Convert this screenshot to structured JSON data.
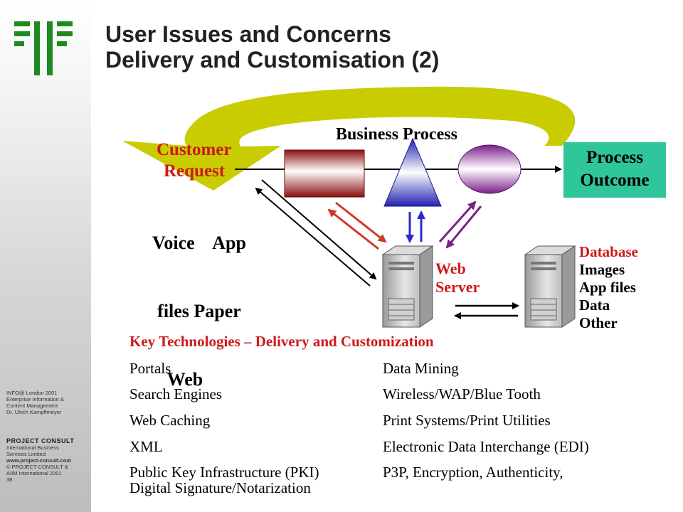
{
  "title": {
    "line1": "User Issues and Concerns",
    "line2": "Delivery and Customisation (2)"
  },
  "sidebar": {
    "lines": [
      "INFO@ London  2001",
      "Enterprise Information &",
      "Content Management",
      "Dr. Ulrich Kampffmeyer"
    ],
    "company": "PROJECT  CONSULT",
    "company_lines": [
      "International Business",
      "Services Limited"
    ],
    "website": "www.project-consult.com",
    "copyright_lines": [
      "© PROJECT CONSULT &",
      "AIIM International  2001"
    ],
    "page_number": "38"
  },
  "diagram": {
    "business_process": "Business Process",
    "customer_request": [
      "Customer",
      "Request"
    ],
    "channels": [
      "Voice    App",
      "files Paper",
      "Web"
    ],
    "process_outcome": [
      "Process",
      "Outcome"
    ],
    "web_server": [
      "Web",
      "Server"
    ],
    "database_title": "Database",
    "database_items": [
      "Images",
      "App files",
      "Data",
      "Other"
    ],
    "colors": {
      "arc": "#c8cc00",
      "outcome_box": "#2ec69a",
      "red_label": "#cc1a1a",
      "red_arrow": "#d03a2a",
      "blue_arrow": "#2a2ad0",
      "purple_arrow": "#7a1f8a"
    }
  },
  "key_technologies": {
    "heading": "Key Technologies – Delivery and Customization",
    "left": [
      "Portals",
      "Search Engines",
      "Web Caching",
      "XML",
      "Public Key Infrastructure (PKI)",
      "Digital Signature/Notarization"
    ],
    "right": [
      "Data Mining",
      "Wireless/WAP/Blue Tooth",
      "Print Systems/Print Utilities",
      "Electronic Data Interchange (EDI)",
      "P3P, Encryption, Authenticity,"
    ]
  }
}
